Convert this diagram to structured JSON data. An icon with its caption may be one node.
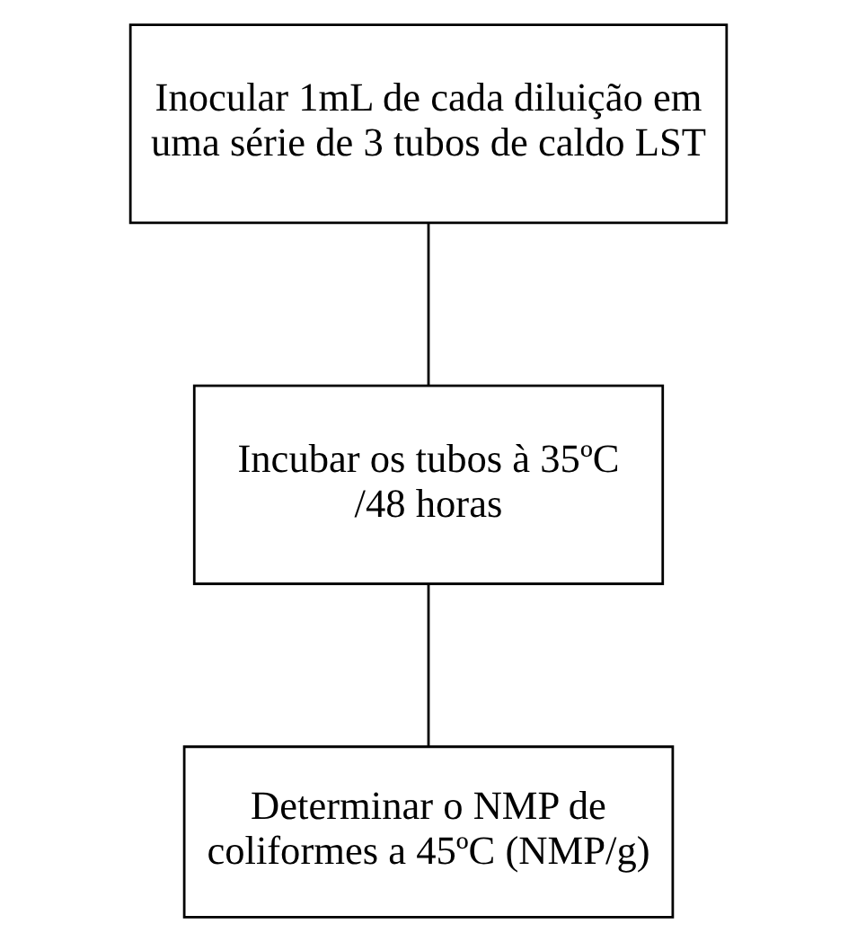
{
  "diagram": {
    "nodes": [
      {
        "text": [
          "Inocular 1mL de cada diluição em uma série de 3 tubos de caldo LST"
        ]
      },
      {
        "text": [
          "Incubar os tubos à 35ºC /48 horas"
        ]
      },
      {
        "text": [
          "Determinar o NMP de coliformes a 45ºC (NMP/g)"
        ]
      }
    ],
    "edges": [
      {
        "from": 0,
        "to": 1,
        "arrow": "none"
      },
      {
        "from": 1,
        "to": 2,
        "arrow": "none"
      }
    ]
  }
}
